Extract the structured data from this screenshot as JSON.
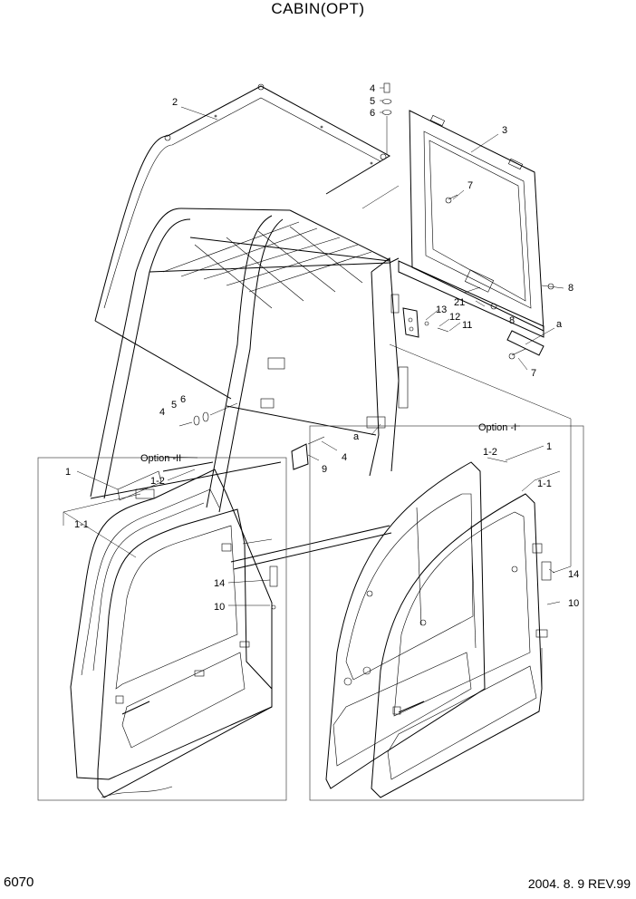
{
  "title": "CABIN(OPT)",
  "page_number": "6070",
  "revision": "2004. 8. 9 REV.99",
  "options": {
    "option_1": "Option -I",
    "option_2": "Option -II"
  },
  "callouts": {
    "c1a": "1",
    "c1_2a": "1-2",
    "c1_1a": "1-1",
    "c2": "2",
    "c3": "3",
    "c4a": "4",
    "c5a": "5",
    "c6a": "6",
    "c7a": "7",
    "c7b": "7",
    "c8a": "8",
    "c8b": "8",
    "c21": "21",
    "c13": "13",
    "c12": "12",
    "c11": "11",
    "ca1": "a",
    "ca2": "a",
    "c4b": "4",
    "c5b": "5",
    "c6b": "6",
    "c4c": "4",
    "c9": "9",
    "c1b": "1",
    "c1_2b": "1-2",
    "c1_1b": "1-1",
    "c14a": "14",
    "c10a": "10",
    "c14b": "14",
    "c10b": "10"
  }
}
